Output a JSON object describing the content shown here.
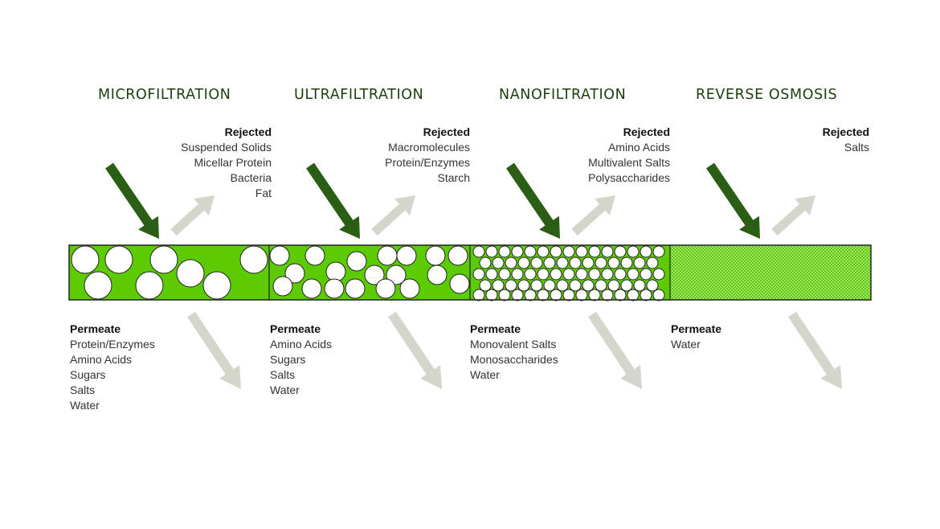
{
  "colors": {
    "band_green": "#5ccc00",
    "title_text": "#1f3d0c",
    "feed_arrow": "#2a5e14",
    "out_arrow": "#d6d5cc",
    "pore": "#ffffff",
    "outline": "#222222"
  },
  "stages": [
    {
      "title": "MICROFILTRATION",
      "rejected_label": "Rejected",
      "rejected_items": [
        "Suspended Solids",
        "Micellar Protein",
        "Bacteria",
        "Fat"
      ],
      "permeate_label": "Permeate",
      "permeate_items": [
        "Protein/Enzymes",
        "Amino Acids",
        "Sugars",
        "Salts",
        "Water"
      ],
      "pore_size": "large"
    },
    {
      "title": "ULTRAFILTRATION",
      "rejected_label": "Rejected",
      "rejected_items": [
        "Macromolecules",
        "Protein/Enzymes",
        "Starch"
      ],
      "permeate_label": "Permeate",
      "permeate_items": [
        "Amino Acids",
        "Sugars",
        "Salts",
        "Water"
      ],
      "pore_size": "medium"
    },
    {
      "title": "NANOFILTRATION",
      "rejected_label": "Rejected",
      "rejected_items": [
        "Amino Acids",
        "Multivalent Salts",
        "Polysaccharides"
      ],
      "permeate_label": "Permeate",
      "permeate_items": [
        "Monovalent Salts",
        "Monosaccharides",
        "Water"
      ],
      "pore_size": "small"
    },
    {
      "title": "REVERSE OSMOSIS",
      "rejected_label": "Rejected",
      "rejected_items": [
        "Salts"
      ],
      "permeate_label": "Permeate",
      "permeate_items": [
        "Water"
      ],
      "pore_size": "mesh"
    }
  ]
}
